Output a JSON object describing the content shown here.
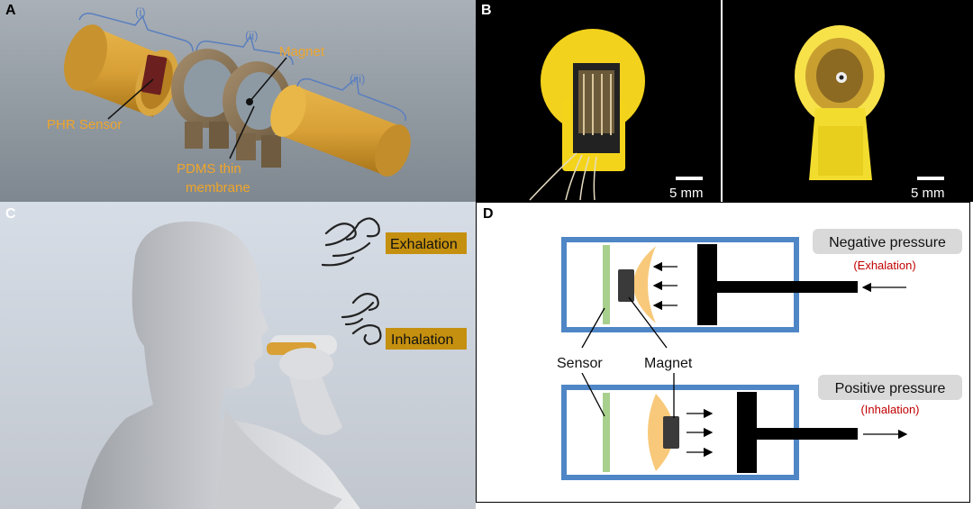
{
  "panels": {
    "a": {
      "label": "A",
      "group_i": "(i)",
      "group_ii": "(ii)",
      "group_iii": "(iii)",
      "magnet": "Magnet",
      "phr_sensor": "PHR Sensor",
      "pdms_line1": "PDMS thin",
      "pdms_line2": "membrane"
    },
    "b": {
      "label": "B",
      "scale_left": "5 mm",
      "scale_right": "5 mm"
    },
    "c": {
      "label": "C",
      "exhalation": "Exhalation",
      "inhalation": "Inhalation"
    },
    "d": {
      "label": "D",
      "negative_pressure": "Negative pressure",
      "exhalation_note": "(Exhalation)",
      "positive_pressure": "Positive pressure",
      "inhalation_note": "(Inhalation)",
      "sensor": "Sensor",
      "magnet": "Magnet"
    }
  },
  "colors": {
    "annotation_orange": "#f0a52a",
    "bracket_blue": "#5a7fbf",
    "badge_fill": "#c5900f",
    "chamber_blue": "#4f86c6",
    "sensor_green": "#a8d08d",
    "membrane_orange": "#f8c97a",
    "pressure_red": "#c00000",
    "pill_gray": "#d9d9d9"
  }
}
